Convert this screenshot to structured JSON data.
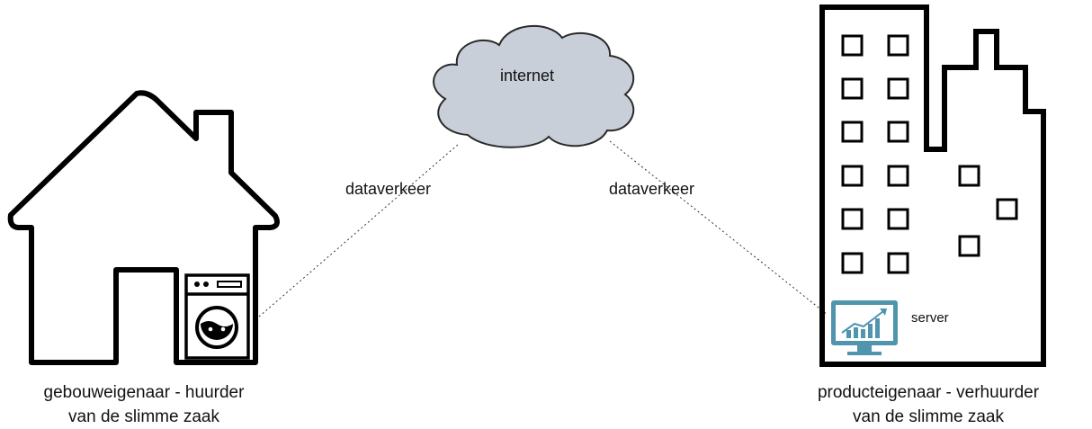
{
  "labels": {
    "internet": "internet",
    "traffic_left": "dataverkeer",
    "traffic_right": "dataverkeer",
    "server": "server"
  },
  "captions": {
    "left_line1": "gebouweigenaar - huurder",
    "left_line2": "van de slimme zaak",
    "right_line1": "producteigenaar - verhuurder",
    "right_line2": "van de slimme zaak"
  },
  "colors": {
    "cloud_fill": "#c9cfd8",
    "monitor": "#4f95ae",
    "outline": "#000000"
  }
}
